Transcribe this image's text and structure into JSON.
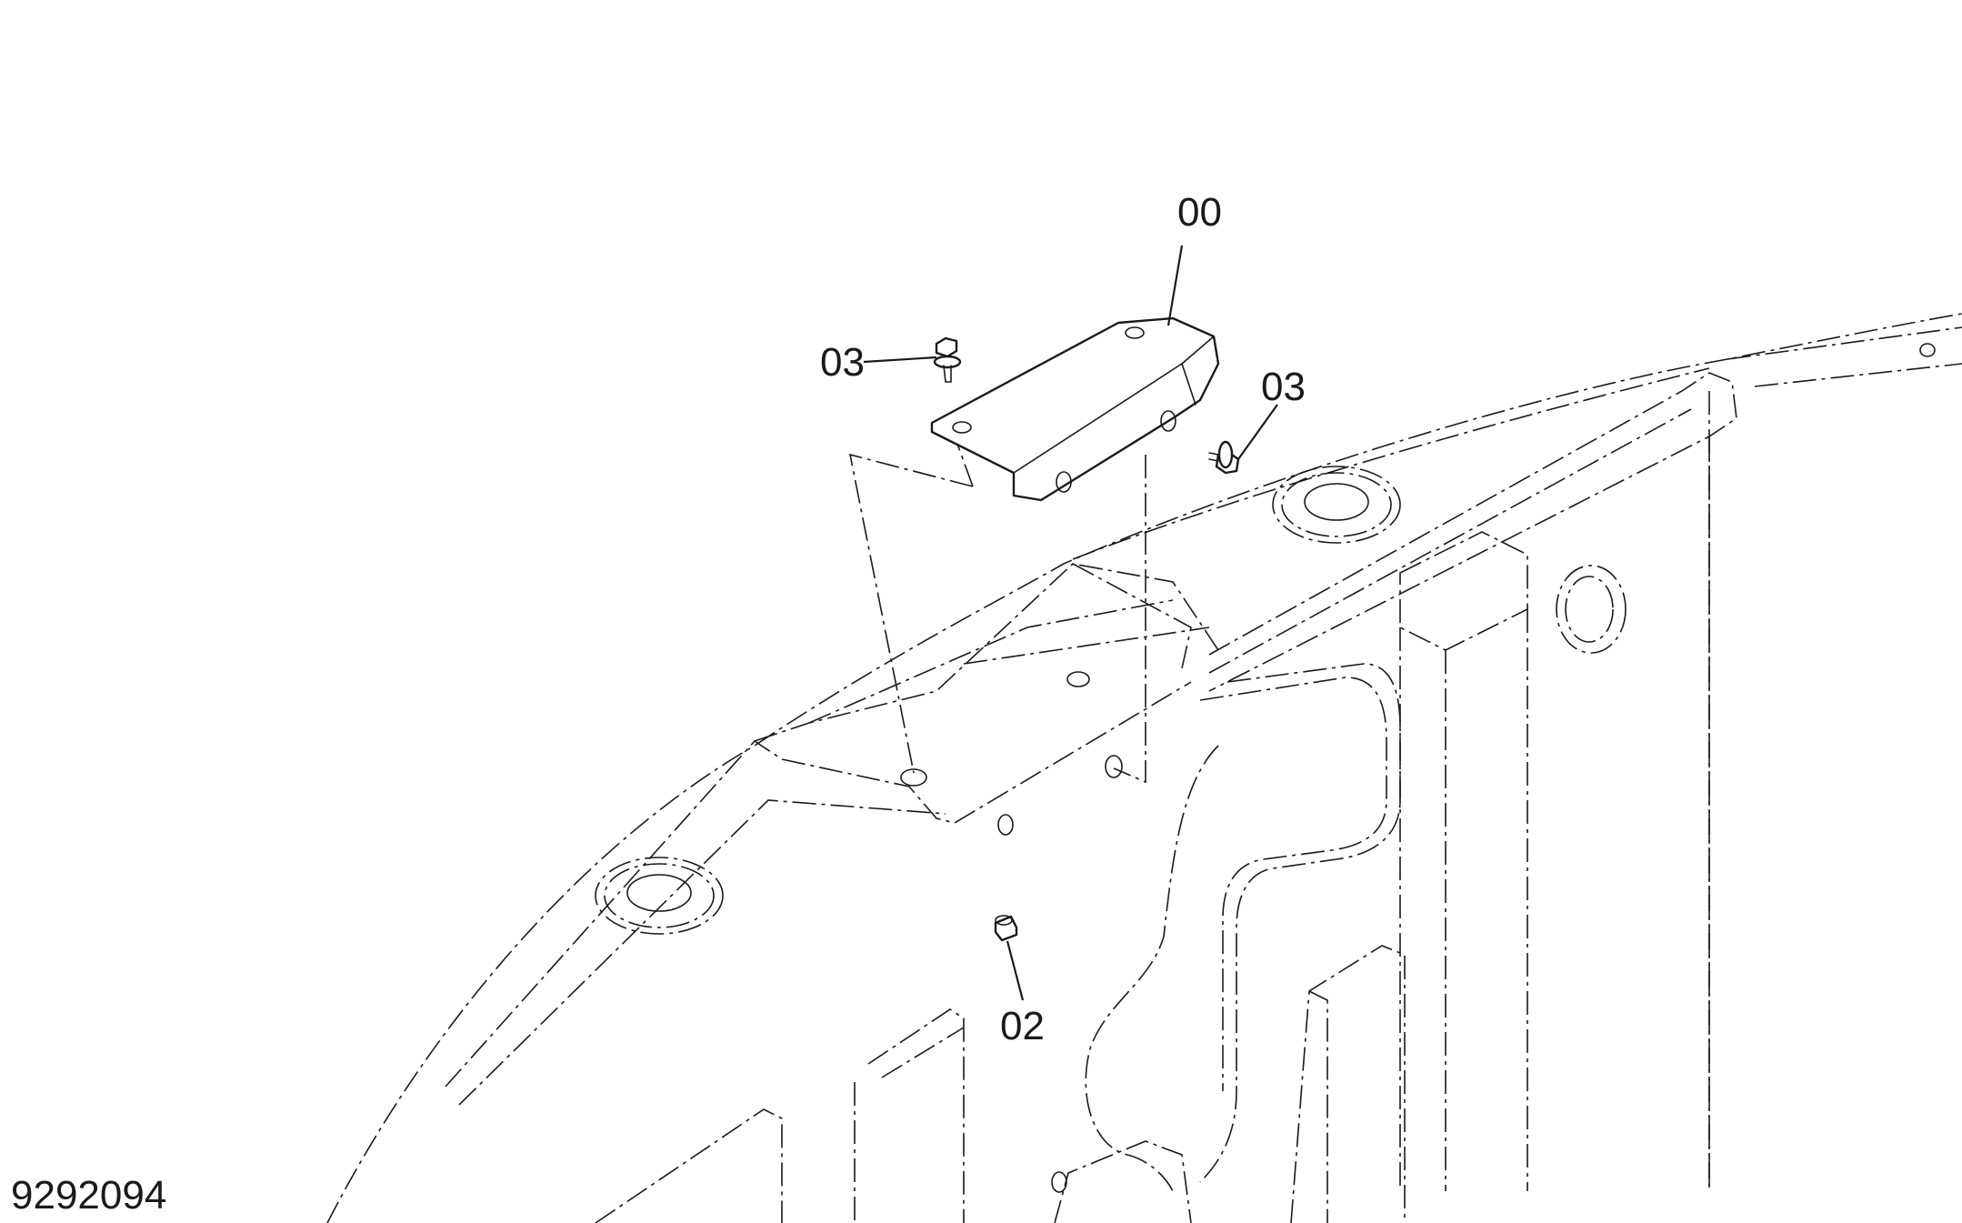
{
  "callouts": {
    "bracket": "00",
    "plug": "02",
    "bolt_top": "03",
    "bolt_right": "03"
  },
  "drawing_number": "9292094"
}
